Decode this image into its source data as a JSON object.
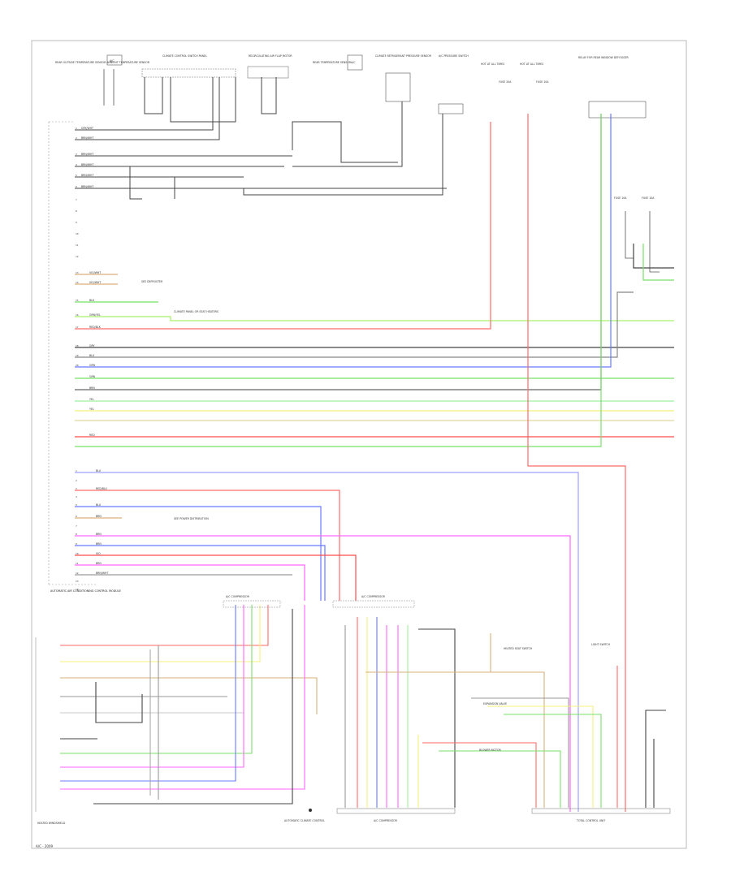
{
  "diagram": {
    "left_module": {
      "name": "AUTOMATIC AIR CONDITIONING CONTROL MODULE",
      "pins_top": [
        "1",
        "2",
        "3",
        "4",
        "5",
        "6",
        "7",
        "8",
        "9",
        "10",
        "11",
        "12",
        "13",
        "14",
        "15",
        "16",
        "17",
        "18",
        "19",
        "20"
      ],
      "pins_bottom": [
        "1",
        "2",
        "3",
        "4",
        "5",
        "6",
        "7",
        "8",
        "9",
        "10",
        "11",
        "12",
        "13",
        "14"
      ],
      "wire_labels_top": [
        "GRY/WHT",
        "BRN/WHT",
        "BRN/WHT",
        "BRN/WHT",
        "BRN/WHT",
        "BRN/WHT"
      ],
      "wire_labels_mid": [
        "VIO/WHT",
        "VIO/WHT",
        "BLK",
        "GRN/YEL",
        "RED/BLK",
        "GRY",
        "BLU",
        "GRN",
        "GRN",
        "BRN",
        "YEL",
        "YEL",
        "RED"
      ],
      "wire_labels_low": [
        "BLU",
        "RED/BLU",
        "BLU",
        "BRN",
        "BRN",
        "VIO",
        "BRN",
        "BRN/WHT",
        "BRN"
      ],
      "notes": [
        "SEE DEFROSTER",
        "CLIMATE PANEL OR SEAT HEATERS",
        "SEE POWER DISTRIBUTION"
      ]
    },
    "top_components": [
      {
        "id": "c1",
        "name": "REAR OUTSIDE TEMPERATURE SENSOR AMBIENT TEMPERATURE SENSOR"
      },
      {
        "id": "c2",
        "name": "A/C"
      },
      {
        "id": "c3",
        "name": "CLIMATE CONTROL SWITCH PANEL"
      },
      {
        "id": "c4",
        "name": "RECIRCULATING AIR FLAP MOTOR"
      },
      {
        "id": "c5",
        "name": "REAR TEMPERATURE SENSOR"
      },
      {
        "id": "c6",
        "name": "A/C"
      },
      {
        "id": "c7",
        "name": "CLIMATE REFRIGERANT PRESSURE SENSOR"
      },
      {
        "id": "c8",
        "name": "A/C PRESSURE SWITCH"
      },
      {
        "id": "c9",
        "name": "HOT AT ALL TIMES"
      },
      {
        "id": "c10",
        "name": "HOT AT ALL TIMES"
      },
      {
        "id": "c11",
        "name": "FUSE 20A"
      },
      {
        "id": "c12",
        "name": "FUSE 10A"
      },
      {
        "id": "c13",
        "name": "RELAY FOR REAR WINDOW DEFOGGER"
      }
    ],
    "side_components": [
      {
        "id": "s1",
        "name": "FUSE 10A"
      },
      {
        "id": "s2",
        "name": "FUSE 10A"
      }
    ],
    "bottom_components": [
      {
        "id": "b1",
        "name": "A/C COMPRESSOR"
      },
      {
        "id": "b2",
        "name": "A/C COMPRESSOR"
      },
      {
        "id": "b3",
        "name": "A/C COMPRESSOR"
      },
      {
        "id": "b4",
        "name": "HEATED SEAT SWITCH"
      },
      {
        "id": "b5",
        "name": "LIGHT SWITCH"
      },
      {
        "id": "b6",
        "name": "TOTAL CONTROL UNIT"
      },
      {
        "id": "b7",
        "name": "EXPANSION VALVE"
      },
      {
        "id": "b8",
        "name": "BLOWER MOTOR"
      },
      {
        "id": "b9",
        "name": "AUTOMATIC CLIMATE CONTROL"
      }
    ],
    "bottom_left_label": "HEATED WINDSHIELD",
    "footer_code": "A/C - 2009"
  }
}
